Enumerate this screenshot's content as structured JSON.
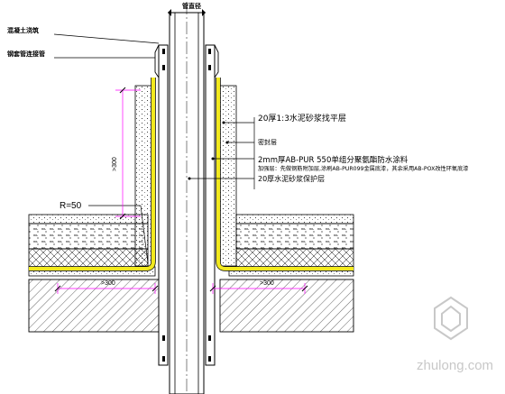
{
  "labels": {
    "pipe_top": "管直径",
    "left_top": "混凝土浇筑",
    "left_mid": "钢套管连接管",
    "right_1": "20厚1:3水泥砂浆找平层",
    "right_2": "密封层",
    "right_3a": "2mm厚AB-PUR 550单组分聚氨酯防水涂料",
    "right_3b": "加强层：先做钢筋附加层,涂刷AB-PUR099金属底漆，其余采用AB-POX改性环氧底漆",
    "right_4": "20厚水泥砂浆保护层",
    "dim_vertical": ">300",
    "radius": "R=50",
    "dim_left_bottom": ">300",
    "dim_right_bottom": ">300"
  },
  "watermark": {
    "text": "zhulong.com"
  },
  "colors": {
    "membrane": "#f2e91e",
    "line": "#000000",
    "dim": "#ff00ff",
    "watermark": "#c8c8c8"
  }
}
